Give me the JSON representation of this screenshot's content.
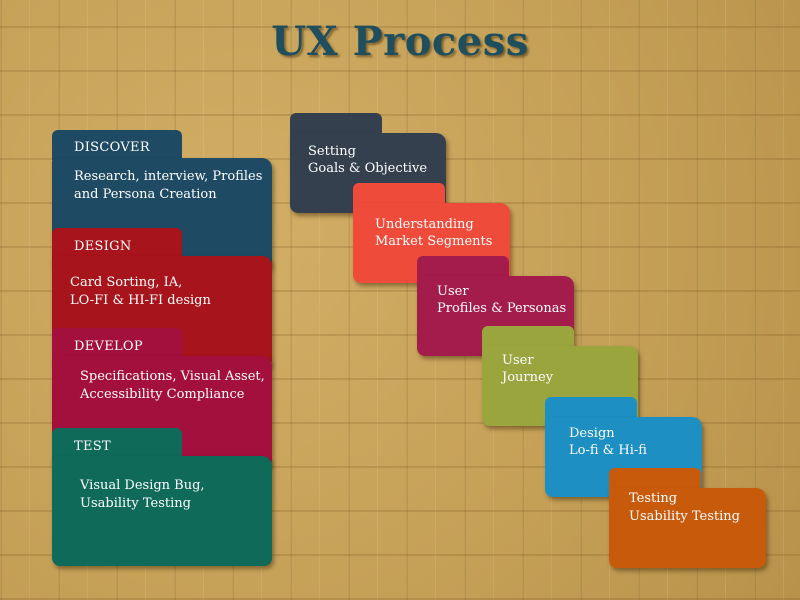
{
  "title": "UX Process",
  "phases": [
    {
      "name": "DISCOVER",
      "lines": [
        "Research, interview, Profiles",
        "and Persona Creation"
      ],
      "color": "#1e4a64"
    },
    {
      "name": "DESIGN",
      "lines": [
        "Card Sorting, IA,",
        "LO-FI & HI-FI design"
      ],
      "color": "#a8141c"
    },
    {
      "name": "DEVELOP",
      "lines": [
        "Specifications, Visual Asset,",
        "Accessibility Compliance"
      ],
      "color": "#a3103e"
    },
    {
      "name": "TEST",
      "lines": [
        "Visual Design Bug,",
        "Usability Testing"
      ],
      "color": "#0f6a5a"
    }
  ],
  "steps": [
    {
      "lines": [
        "Setting",
        "Goals & Objective"
      ],
      "color": "#34404e"
    },
    {
      "lines": [
        "Understanding",
        "Market Segments"
      ],
      "color": "#ef4b3a"
    },
    {
      "lines": [
        "User",
        "Profiles & Personas"
      ],
      "color": "#a31c4c"
    },
    {
      "lines": [
        "User",
        "Journey"
      ],
      "color": "#9aa53e"
    },
    {
      "lines": [
        "Design",
        "Lo-fi & Hi-fi"
      ],
      "color": "#1d8fc3"
    },
    {
      "lines": [
        "Testing",
        "Usability Testing"
      ],
      "color": "#c85a0c"
    }
  ]
}
